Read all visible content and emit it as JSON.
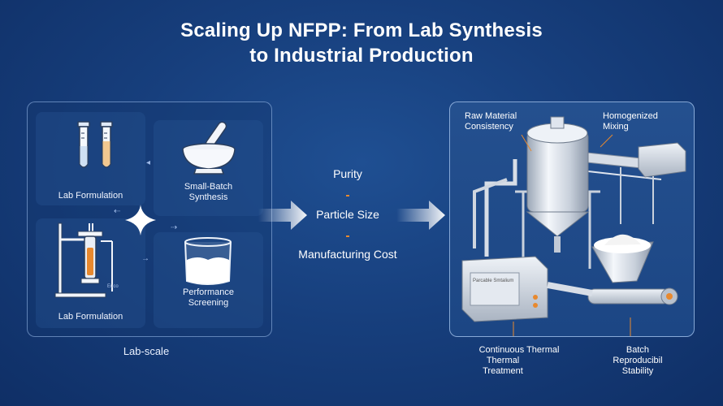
{
  "title": {
    "line1": "Scaling Up NFPP: From Lab Synthesis",
    "line2": "to Industrial Production"
  },
  "lab": {
    "caption": "Lab-scale",
    "cards": [
      {
        "label": "Lab Formulation",
        "icon": "test-tubes-icon"
      },
      {
        "label_line1": "Small-Batch",
        "label_line2": "Synthesis",
        "icon": "mortar-pestle-icon"
      },
      {
        "label": "Lab Formulation",
        "icon": "reactor-stand-icon"
      },
      {
        "label_line1": "Performance",
        "label_line2": "Screening",
        "icon": "beaker-icon"
      }
    ],
    "small_text": "Euco"
  },
  "factors": [
    "Purity",
    "Particle Size",
    "Manufacturing Cost"
  ],
  "industrial": {
    "labels": {
      "raw_line1": "Raw Material",
      "raw_line2": "Consistency",
      "homog_line1": "Homogenized",
      "homog_line2": "Mixing",
      "thermal_line1": "Continuous Thermal",
      "thermal_line2": "Thermal",
      "thermal_line3": "Treatment",
      "batch_line1": "Batch",
      "batch_line2": "Reproducibil",
      "batch_line3": "Stability"
    },
    "machine_text": "Parcable Smtalium"
  },
  "colors": {
    "background": "#173f7d",
    "accent": "#e8892e",
    "panel_border": "#a0c3f0"
  }
}
